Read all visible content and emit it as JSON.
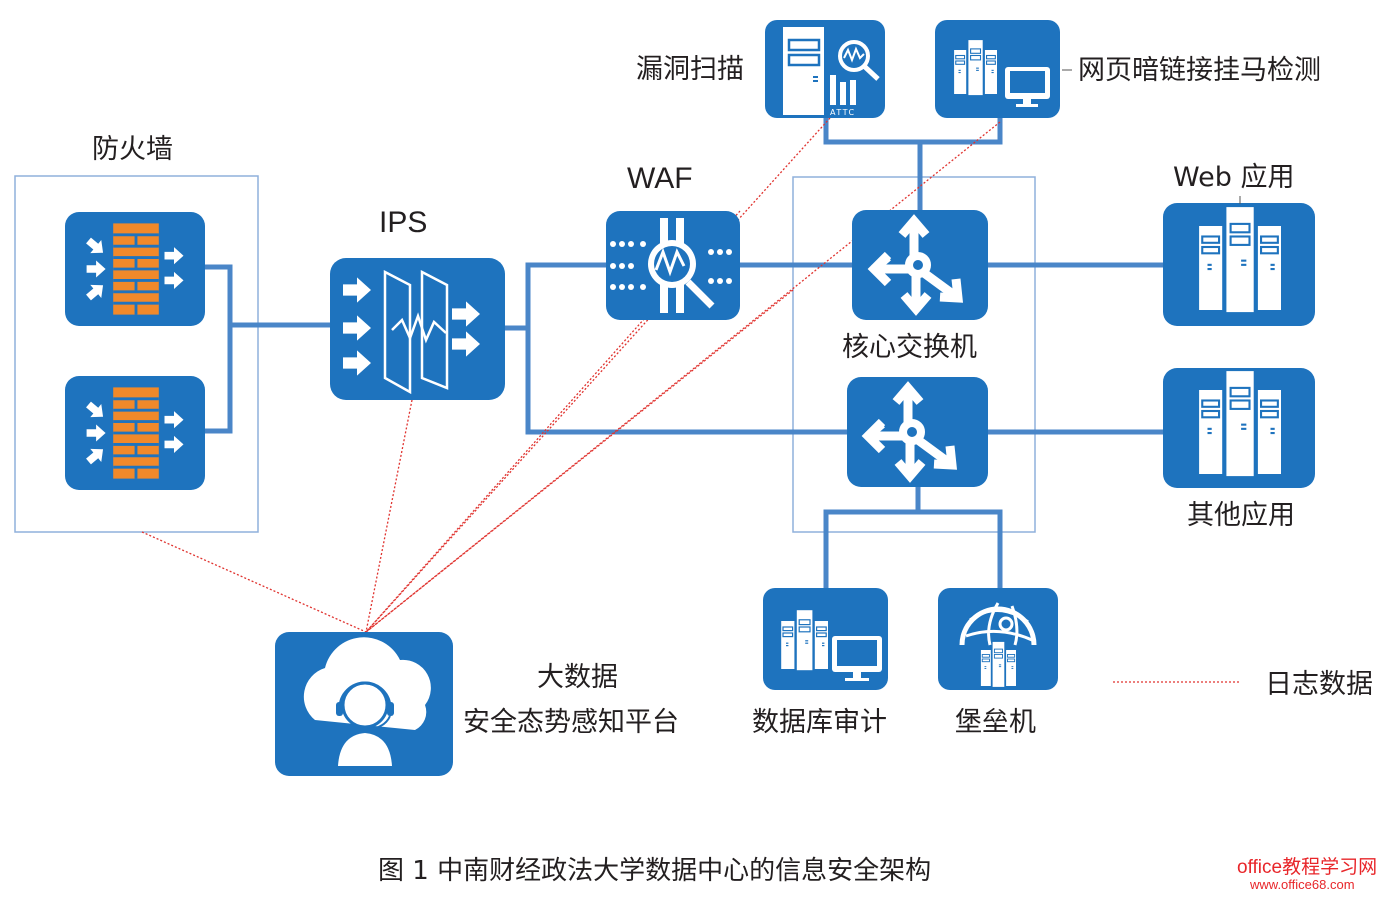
{
  "colors": {
    "device_blue": "#1e73be",
    "link_blue": "#4a86c8",
    "group_border": "#8fb0dc",
    "log_red": "#e0332f",
    "brick_orange": "#f0892a",
    "watermark_red": "#e8262a"
  },
  "labels": {
    "firewall": "防火墙",
    "ips": "IPS",
    "waf": "WAF",
    "vuln_scan": "漏洞扫描",
    "webpage_detect": "网页暗链接挂马检测",
    "web_app": "Web 应用",
    "core_switch": "核心交换机",
    "other_app": "其他应用",
    "db_audit": "数据库审计",
    "bastion": "堡垒机",
    "platform_line1": "大数据",
    "platform_line2": "安全态势感知平台",
    "legend_log": "日志数据",
    "vuln_scan_badge": "ATTC"
  },
  "caption": "图 1  中南财经政法大学数据中心的信息安全架构",
  "watermark": {
    "line1": "office教程学习网",
    "line2": "www.office68.com"
  },
  "legend": [
    {
      "style": "red-dotted",
      "label": "日志数据"
    }
  ],
  "nodes": [
    {
      "id": "firewall-1",
      "type": "firewall",
      "group": "firewall"
    },
    {
      "id": "firewall-2",
      "type": "firewall",
      "group": "firewall"
    },
    {
      "id": "ips",
      "type": "ips"
    },
    {
      "id": "waf",
      "type": "waf"
    },
    {
      "id": "vuln-scan",
      "type": "scanner"
    },
    {
      "id": "webpage-detect",
      "type": "server-monitor"
    },
    {
      "id": "core-switch-1",
      "type": "switch",
      "group": "core-switch"
    },
    {
      "id": "core-switch-2",
      "type": "switch",
      "group": "core-switch"
    },
    {
      "id": "web-app",
      "type": "server"
    },
    {
      "id": "other-app",
      "type": "server"
    },
    {
      "id": "db-audit",
      "type": "server-monitor"
    },
    {
      "id": "bastion",
      "type": "bastion"
    },
    {
      "id": "platform",
      "type": "cloud-agent"
    }
  ],
  "links": [
    [
      "firewall-1",
      "ips"
    ],
    [
      "firewall-2",
      "ips"
    ],
    [
      "ips",
      "waf"
    ],
    [
      "ips",
      "core-switch-2"
    ],
    [
      "waf",
      "core-switch-1"
    ],
    [
      "vuln-scan",
      "core-switch-1"
    ],
    [
      "webpage-detect",
      "core-switch-1"
    ],
    [
      "core-switch-1",
      "web-app"
    ],
    [
      "core-switch-2",
      "other-app"
    ],
    [
      "core-switch-2",
      "db-audit"
    ],
    [
      "core-switch-2",
      "bastion"
    ]
  ],
  "log_links": [
    "firewall",
    "ips",
    "waf",
    "vuln-scan",
    "webpage-detect",
    "core-switch"
  ]
}
